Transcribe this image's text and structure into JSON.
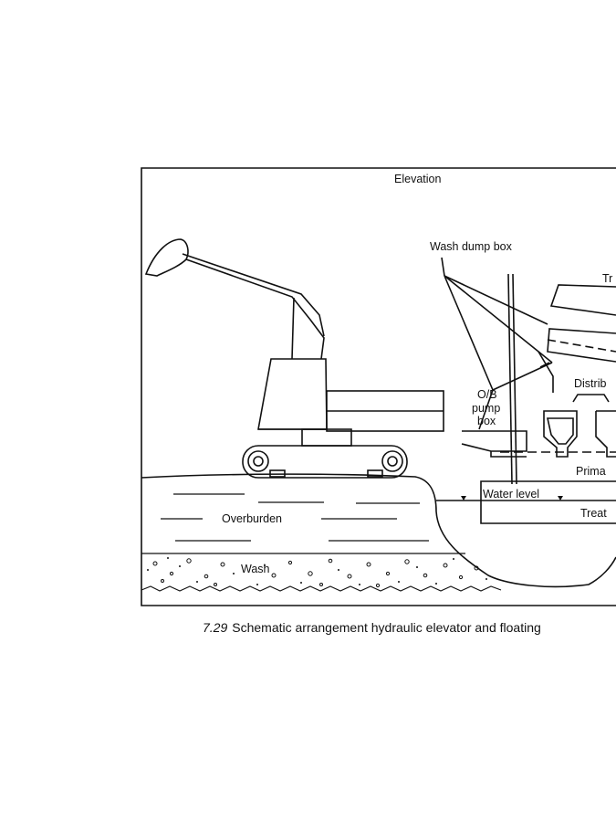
{
  "figure": {
    "view_label": "Elevation",
    "labels": {
      "wash_dump_box": "Wash dump box",
      "trommel_partial": "Tr",
      "distributor_partial": "Distrib",
      "ob_pump_box_line1": "O/B",
      "ob_pump_box_line2": "pump",
      "ob_pump_box_line3": "box",
      "primary_partial": "Prima",
      "water_level": "Water level",
      "treatment_partial": "Treat",
      "overburden": "Overburden",
      "wash": "Wash"
    }
  },
  "caption": {
    "number": "7.29",
    "text": "Schematic arrangement hydraulic elevator and floating"
  }
}
